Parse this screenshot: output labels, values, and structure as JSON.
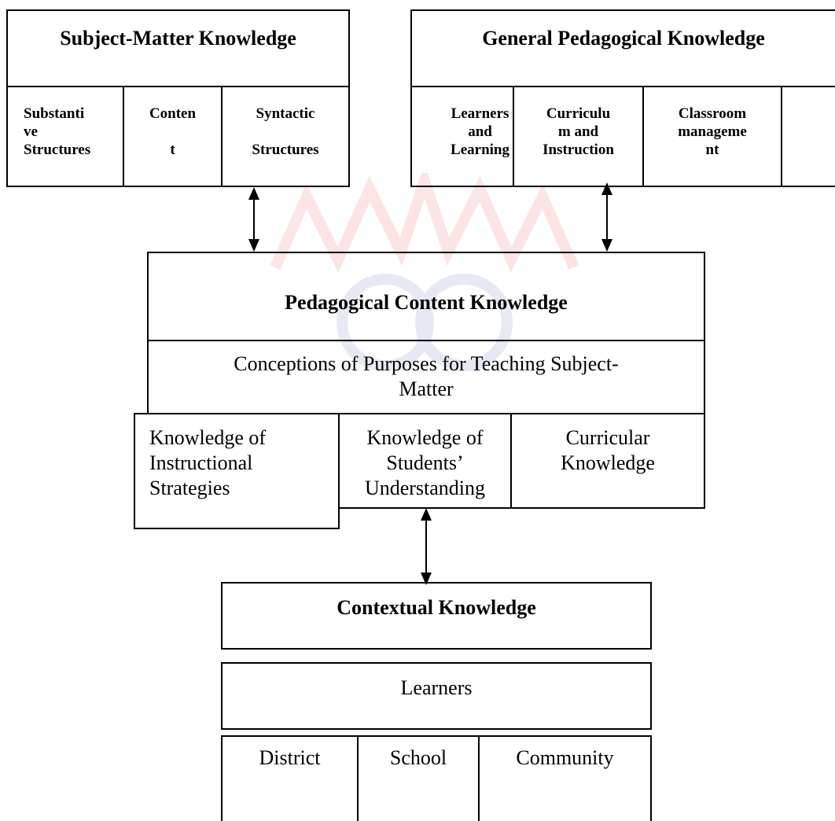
{
  "subject_matter": {
    "title": "Subject-Matter Knowledge",
    "cells": [
      {
        "label": "Substanti\nve\nStructures"
      },
      {
        "label": "Conten\n\nt"
      },
      {
        "label": "Syntactic\n\nStructures"
      }
    ]
  },
  "general_pedagogical": {
    "title": "General Pedagogical Knowledge",
    "cells": [
      {
        "label": "Learners\nand\nLearning"
      },
      {
        "label": "Curriculu\nm and\nInstruction"
      },
      {
        "label": "Classroom\nmanageme\nnt"
      },
      {
        "label": ""
      }
    ]
  },
  "pck": {
    "title": "Pedagogical Content Knowledge",
    "purposes": "Conceptions of Purposes for Teaching Subject-\nMatter",
    "cells": [
      {
        "label": "Knowledge of\nInstructional\nStrategies"
      },
      {
        "label": "Knowledge of\nStudents’\nUnderstanding"
      },
      {
        "label": "Curricular\nKnowledge"
      }
    ]
  },
  "contextual": {
    "title": "Contextual Knowledge",
    "learners": "Learners",
    "cells": [
      {
        "label": "District"
      },
      {
        "label": "School"
      },
      {
        "label": "Community"
      }
    ]
  },
  "colors": {
    "line": "#000000",
    "watermark": "#e8262a"
  }
}
